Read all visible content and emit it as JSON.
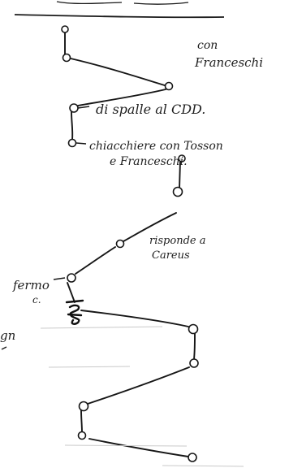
{
  "sketch": {
    "annotations": {
      "con_franceschi": [
        "con",
        "Franceschi"
      ],
      "dispalle": "di spalle al CDD.",
      "chiacchiere": [
        "chiacchiere con Tosson",
        "e Franceschi."
      ],
      "risponde": [
        "risponde a",
        "Careus"
      ],
      "fermo": "fermo",
      "left_edge": "gn",
      "small_mark": "c."
    }
  }
}
